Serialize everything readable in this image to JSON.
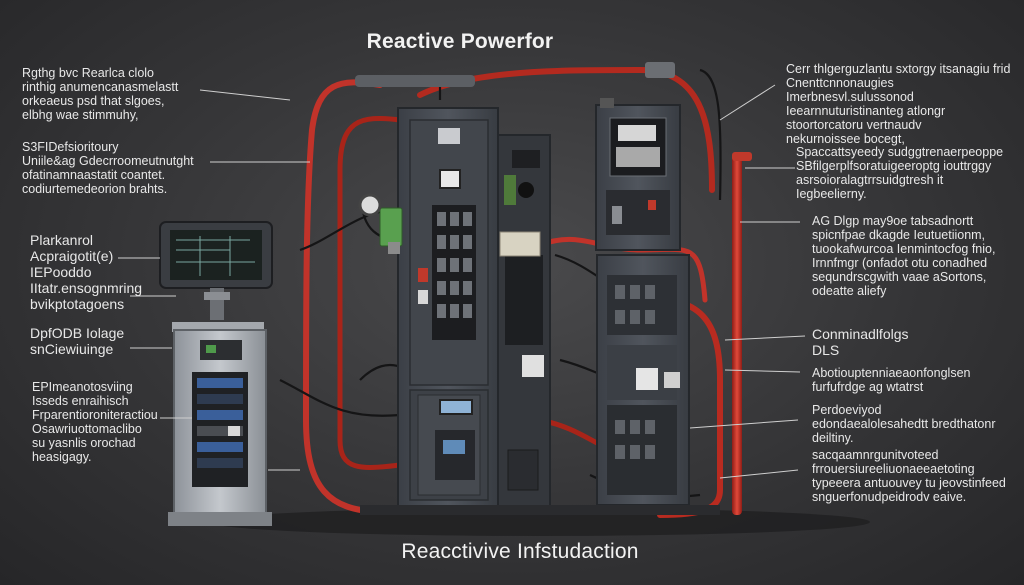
{
  "titles": {
    "main": "Reactive Powerfor",
    "bottom": "Reacctivive Infstudaction"
  },
  "left_labels": [
    "Rgthg bvc Rearlca clolo\nrinthig anumencanasmelastt\norkeaeus psd that slgoes,\nelbhg wae stimmuhy,",
    "S3FIDefsioritoury\nUniile&ag Gdecrroomeutnutght\nofatinamnaastatit coantet.\ncodiurtemedeorion brahts.",
    "Plarkanrol\nAcpraigotit(e)\nIEPooddo\nIItatr.ensognmring\nbvikptotagoens",
    "DpfODB Iolage\nsnCiewiuinge",
    "EPImeanotosviing\nIsseds enraihisch\nFrparentioroniteractiou\nOsawriuottomaclibo\nsu yasnlis orochad\nheasigagy."
  ],
  "right_labels": [
    "Cerr thlgerguzlantu sxtorgy itsanagiu frid\nCnenttcnnonaugies Imerbnesvl.sulussonod\nIeearnnuturistinanteg atlongr\nstoortorcatoru vertnaudv\nnekurnoissee bocegt,",
    "Spaccattsyeedy sudggtrenaerpeoppe\nSBfilgerplfsoratuigeeroptg iouttrggy\nasrsoioralagtrrsuidgtresh it\nIegbeelierny.",
    "AG Dlgp may9oe tabsadnortt\nspicnfpae dkagde Ieutuetiionm,\ntuookafwurcoa Ienmintocfog fnio,\nIrnnfmgr (onfadot otu conadhed\nsequndrscgwith vaae aSortons,\nodeatte aliefy",
    "Conminadlfolgs\nDLS",
    "Abotiouptenniaeaonfonglsen\nfurfufrdge ag wtatrst",
    "Perdoeviyod\nedondaealolesahedtt bredthatonr\ndeiltiny.",
    "sacqaamnrgunitvoteed\nfrrouersiureeliuonaeeaetoting\ntypeeera antuouvey tu jeovstinfeed\nsnguerfonudpeidrodv eaive."
  ]
}
